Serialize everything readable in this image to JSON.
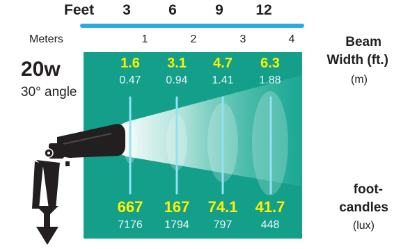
{
  "scale": {
    "feet_label": "Feet",
    "feet": [
      "3",
      "6",
      "9",
      "12"
    ],
    "meters_label": "Meters",
    "meters": [
      "1",
      "2",
      "3",
      "4"
    ]
  },
  "fixture": {
    "wattage": "20w",
    "angle": "30° angle"
  },
  "beam_width": {
    "title_line1": "Beam",
    "title_line2": "Width (ft.)",
    "unit": "(m)",
    "feet": [
      "1.6",
      "3.1",
      "4.7",
      "6.3"
    ],
    "meters": [
      "0.47",
      "0.94",
      "1.41",
      "1.88"
    ]
  },
  "illuminance": {
    "title_line1": "foot-",
    "title_line2": "candles",
    "unit": "(lux)",
    "footcandles": [
      "667",
      "167",
      "74.1",
      "41.7"
    ],
    "lux": [
      "7176",
      "1794",
      "797",
      "448"
    ]
  },
  "colors": {
    "panel": "#139f8a",
    "scale_line": "#29abe2",
    "highlight": "#fff200"
  }
}
